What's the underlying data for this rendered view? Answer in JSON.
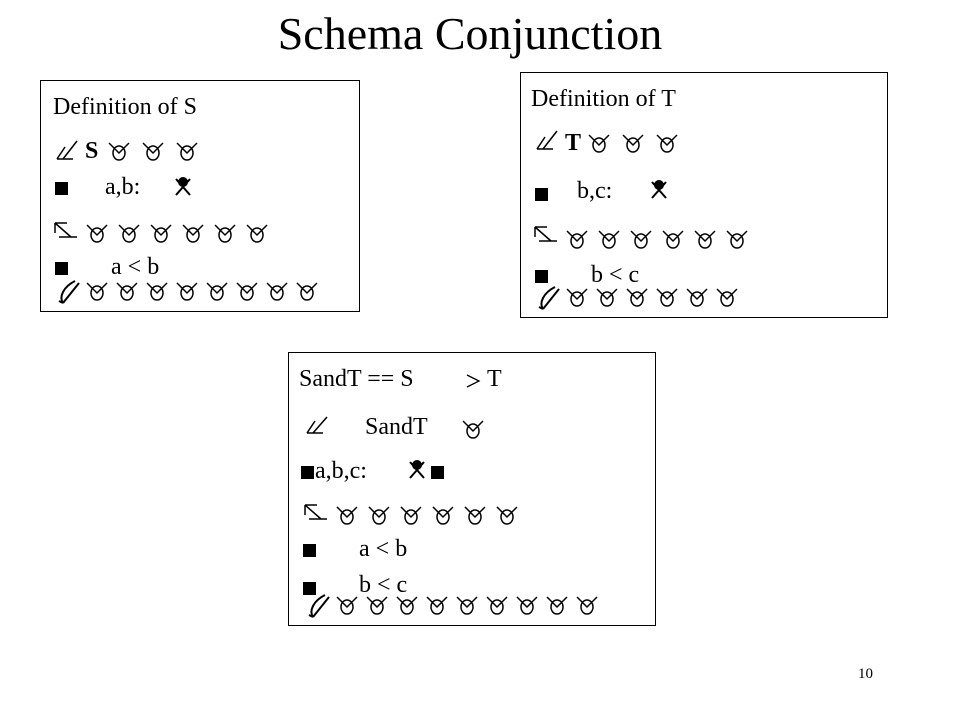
{
  "title": "Schema Conjunction",
  "page_number": "10",
  "schema_s": {
    "heading": "Definition of S",
    "name": "S",
    "decl": "a,b:",
    "predicate": "a < b"
  },
  "schema_t": {
    "heading": "Definition of T",
    "name": "T",
    "decl": "b,c:",
    "predicate": "b < c"
  },
  "schema_sandt": {
    "heading": "SandT == S",
    "heading_tail": "T",
    "name": "SandT",
    "decl": "a,b,c:",
    "predicate_1": "a < b",
    "predicate_2": "b < c"
  },
  "icons": {
    "schema_top": "schema-top-corner-icon",
    "schema_mid": "schema-divider-icon",
    "schema_bottom": "schema-bottom-corner-icon",
    "line_segment": "horizontal-line-icon",
    "bullet": "vertical-bar-icon",
    "naturals": "natural-numbers-icon",
    "conjunction": "logical-and-icon"
  }
}
